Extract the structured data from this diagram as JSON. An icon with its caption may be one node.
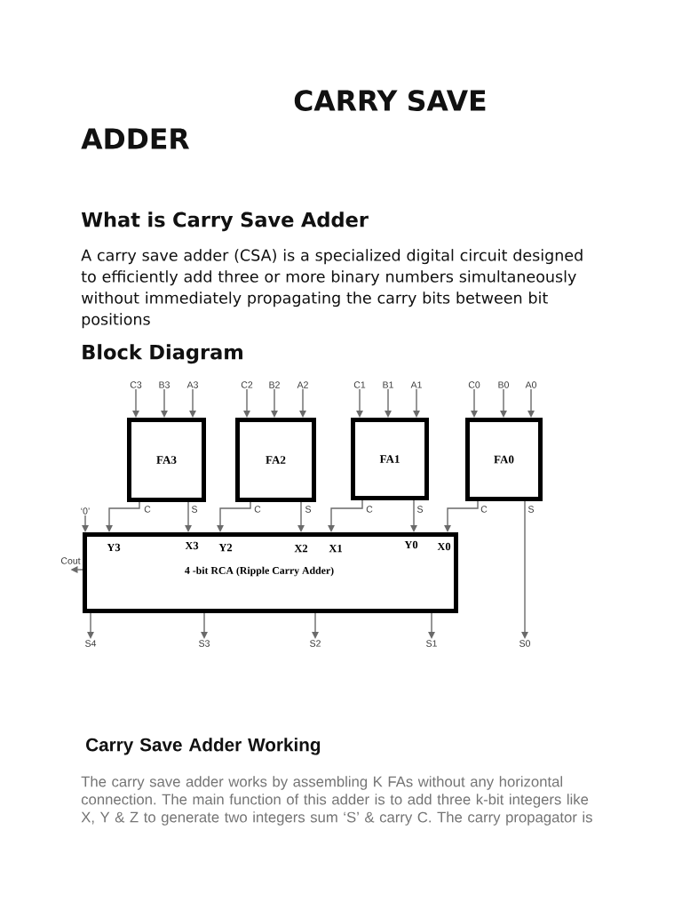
{
  "diagram": {
    "title": "CARRY SAVE ADDER",
    "nodes": [
      {
        "text": [
          "C3"
        ]
      },
      {
        "text": [
          "B3"
        ]
      },
      {
        "text": [
          "A3"
        ]
      },
      {
        "text": [
          "C2"
        ]
      },
      {
        "text": [
          "B2"
        ]
      },
      {
        "text": [
          "A2"
        ]
      },
      {
        "text": [
          "C1"
        ]
      },
      {
        "text": [
          "B1"
        ]
      },
      {
        "text": [
          "A1"
        ]
      },
      {
        "text": [
          "C0"
        ]
      },
      {
        "text": [
          "B0"
        ]
      },
      {
        "text": [
          "A0"
        ]
      },
      {
        "text": [
          "FA3"
        ],
        "beside": [
          "C",
          "S"
        ]
      },
      {
        "text": [
          "FA2"
        ],
        "beside": [
          "C",
          "S"
        ]
      },
      {
        "text": [
          "FA1"
        ],
        "beside": [
          "C",
          "S"
        ]
      },
      {
        "text": [
          "FA0"
        ],
        "beside": [
          "C",
          "S"
        ]
      },
      {
        "text": [
          "‘0’"
        ]
      },
      {
        "text": [
          "Y3",
          "X3",
          "Y2",
          "X2",
          "X1",
          "Y0",
          "X0",
          "4 -bit RCA (Ripple Carry Adder)"
        ]
      },
      {
        "text": [
          "Cout"
        ]
      },
      {
        "text": [
          "S4"
        ]
      },
      {
        "text": [
          "S3"
        ]
      },
      {
        "text": [
          "S2"
        ]
      },
      {
        "text": [
          "S1"
        ]
      },
      {
        "text": [
          "S0"
        ]
      }
    ],
    "edges": [
      {
        "from": 0,
        "to": 12,
        "arrow": "to"
      },
      {
        "from": 1,
        "to": 12,
        "arrow": "to"
      },
      {
        "from": 2,
        "to": 12,
        "arrow": "to"
      },
      {
        "from": 3,
        "to": 13,
        "arrow": "to"
      },
      {
        "from": 4,
        "to": 13,
        "arrow": "to"
      },
      {
        "from": 5,
        "to": 13,
        "arrow": "to"
      },
      {
        "from": 6,
        "to": 14,
        "arrow": "to"
      },
      {
        "from": 7,
        "to": 14,
        "arrow": "to"
      },
      {
        "from": 8,
        "to": 14,
        "arrow": "to"
      },
      {
        "from": 9,
        "to": 15,
        "arrow": "to"
      },
      {
        "from": 10,
        "to": 15,
        "arrow": "to"
      },
      {
        "from": 11,
        "to": 15,
        "arrow": "to"
      },
      {
        "from": 12,
        "to": 17,
        "arrow": "to"
      },
      {
        "from": 12,
        "to": 17,
        "arrow": "to"
      },
      {
        "from": 13,
        "to": 17,
        "arrow": "to"
      },
      {
        "from": 13,
        "to": 17,
        "arrow": "to"
      },
      {
        "from": 14,
        "to": 17,
        "arrow": "to"
      },
      {
        "from": 14,
        "to": 17,
        "arrow": "to"
      },
      {
        "from": 15,
        "to": 17,
        "arrow": "to"
      },
      {
        "from": 15,
        "to": 23,
        "arrow": "to"
      },
      {
        "from": 16,
        "to": 17,
        "arrow": "to"
      },
      {
        "from": 17,
        "to": 18,
        "arrow": "to"
      },
      {
        "from": 17,
        "to": 19,
        "arrow": "to"
      },
      {
        "from": 17,
        "to": 20,
        "arrow": "to"
      },
      {
        "from": 17,
        "to": 21,
        "arrow": "to"
      },
      {
        "from": 17,
        "to": 22,
        "arrow": "to"
      }
    ],
    "labels": [
      "What is Carry Save Adder",
      "A carry save adder (CSA) is a specialized digital circuit designed to efficiently add three or more binary numbers simultaneously without immediately propagating the carry bits between bit positions",
      "Block Diagram",
      "Carry Save Adder Working",
      "The carry save adder works by assembling K FAs without any horizontal connection. The main function of this adder is to add three k-bit integers like X, Y & Z to generate two integers sum ‘S’ & carry C. The carry propagator is"
    ]
  }
}
